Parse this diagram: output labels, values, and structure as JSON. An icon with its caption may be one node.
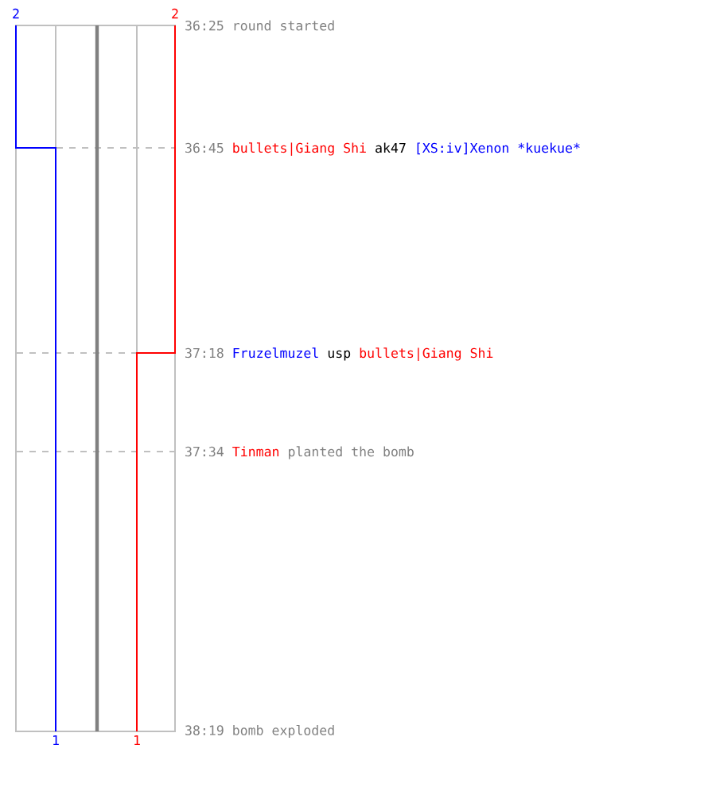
{
  "diagram": {
    "labels": [
      "2",
      "2",
      "36:25 round started",
      "36:45",
      "bullets|Giang Shi",
      "ak47",
      "[XS:iv]Xenon *kuekue*",
      "37:18",
      "Fruzelmuzel",
      "usp",
      "bullets|Giang Shi",
      "37:34",
      "Tinman",
      "planted the bomb",
      "38:19 bomb exploded",
      "1",
      "1"
    ]
  }
}
